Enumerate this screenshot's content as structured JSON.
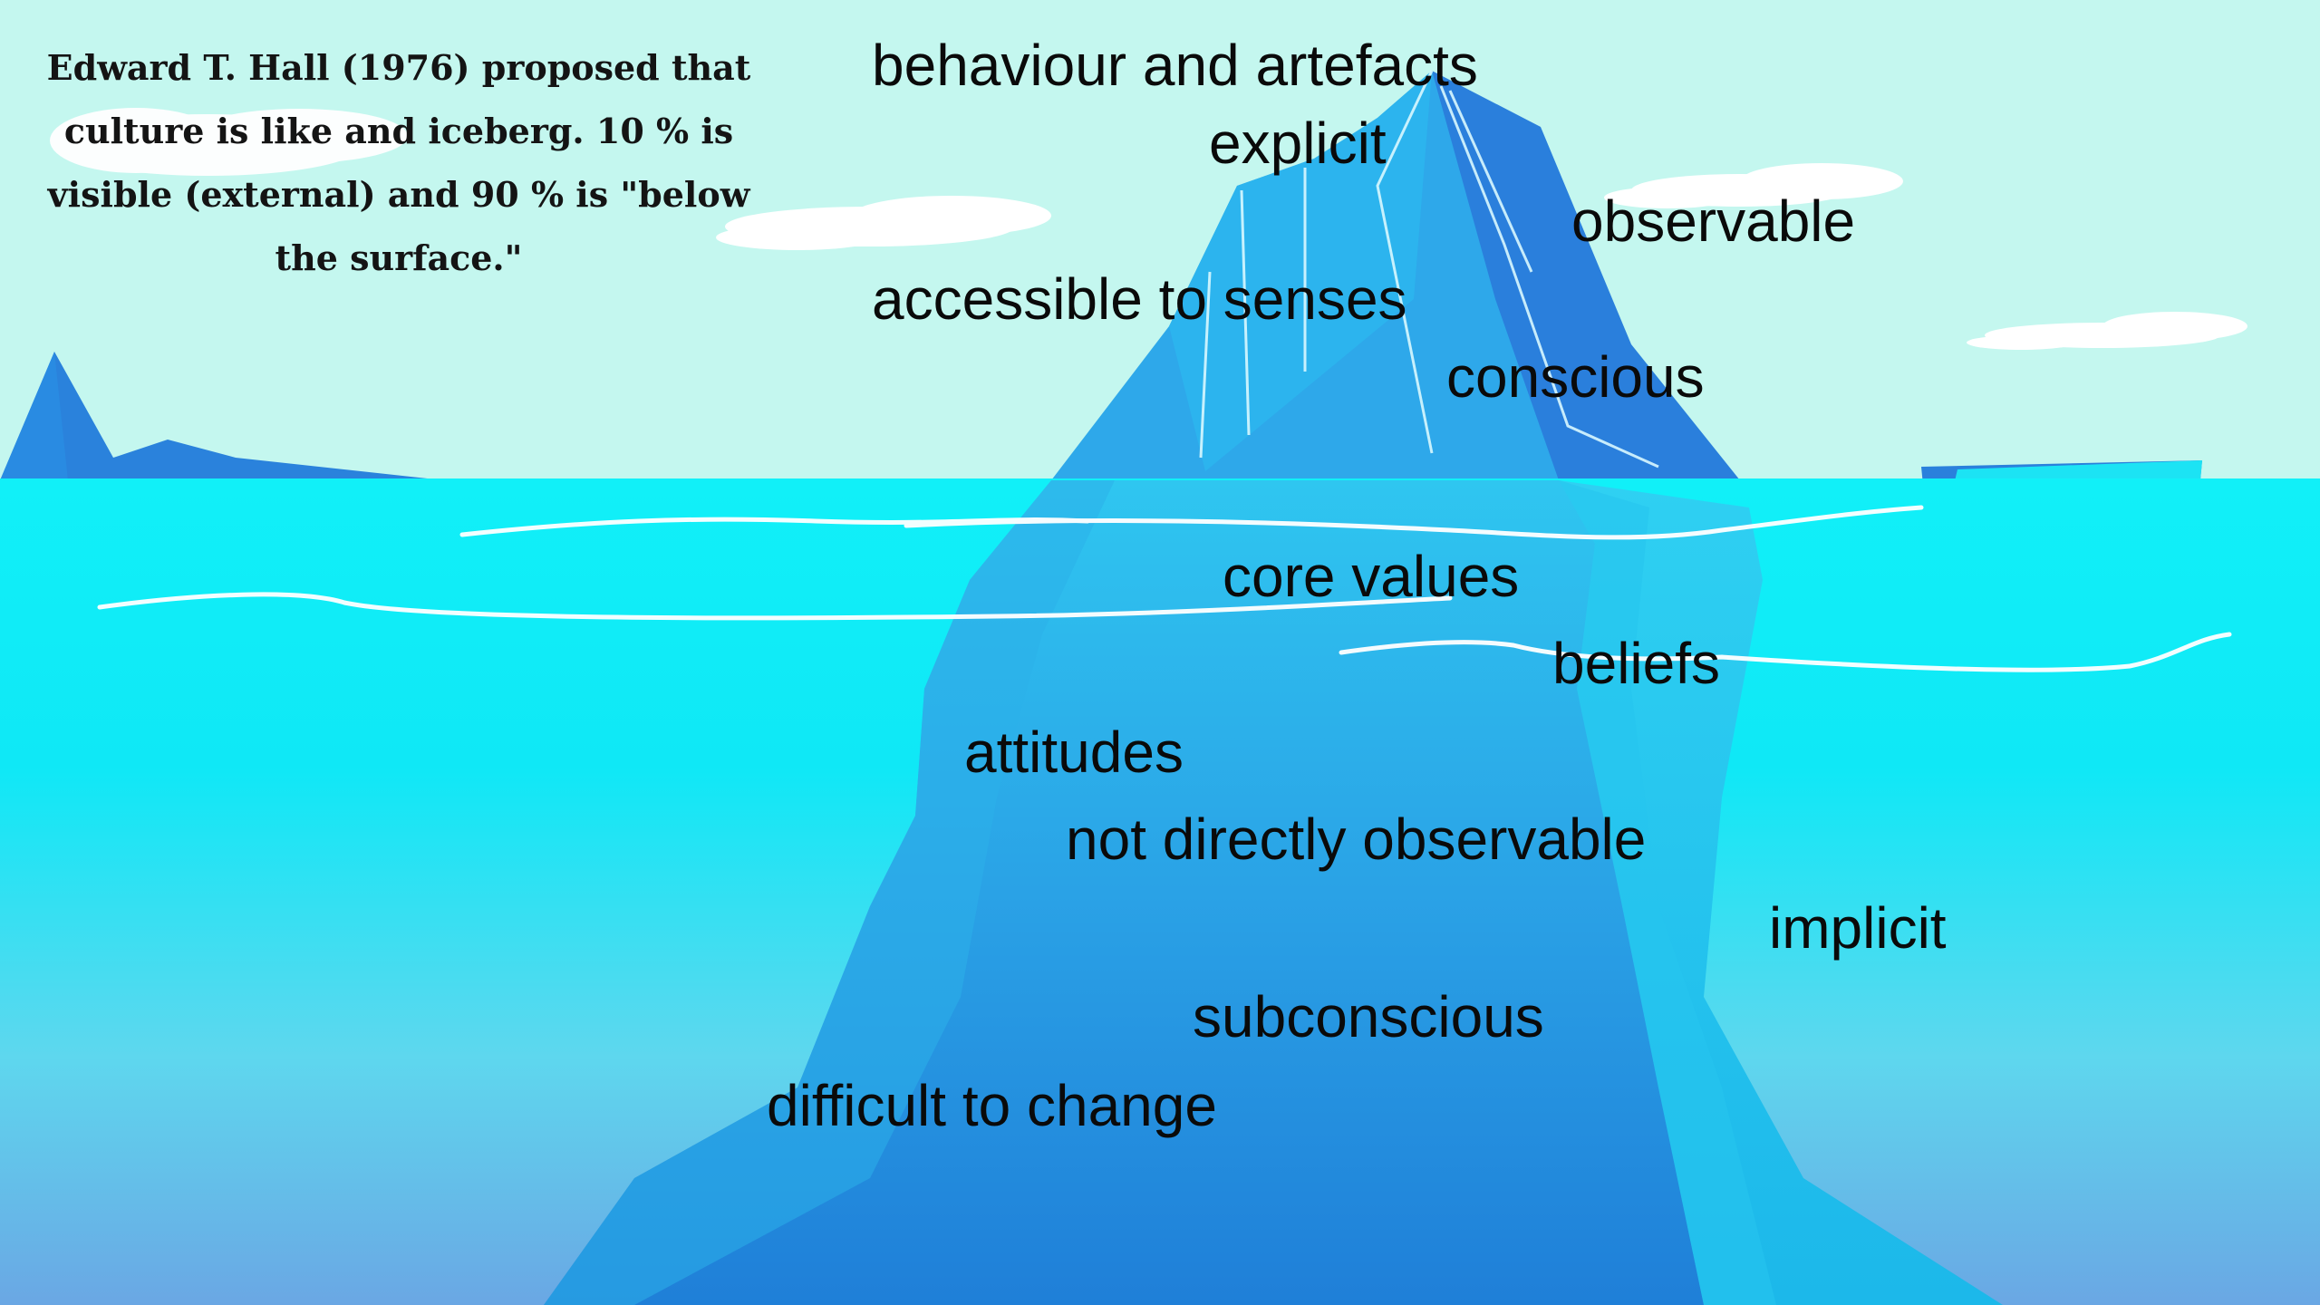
{
  "caption": {
    "text": "Edward T. Hall (1976) proposed that culture is like and iceberg. 10 % is visible (external) and 90 % is \"below the surface.\""
  },
  "above_surface": {
    "behaviour": "behaviour and artefacts",
    "explicit": "explicit",
    "observable": "observable",
    "accessible": "accessible to senses",
    "conscious": "conscious"
  },
  "below_surface": {
    "core_values": "core values",
    "beliefs": "beliefs",
    "attitudes": "attitudes",
    "not_observable": "not directly observable",
    "implicit": "implicit",
    "subconscious": "subconscious",
    "difficult": "difficult to change"
  },
  "colors": {
    "sky": "#c4f7ef",
    "water_top": "#1ee6f5",
    "water_bottom": "#6aa8e4",
    "iceberg_dark": "#2a7fdc",
    "iceberg_light": "#29b3ea",
    "text": "#0a0a0a"
  }
}
